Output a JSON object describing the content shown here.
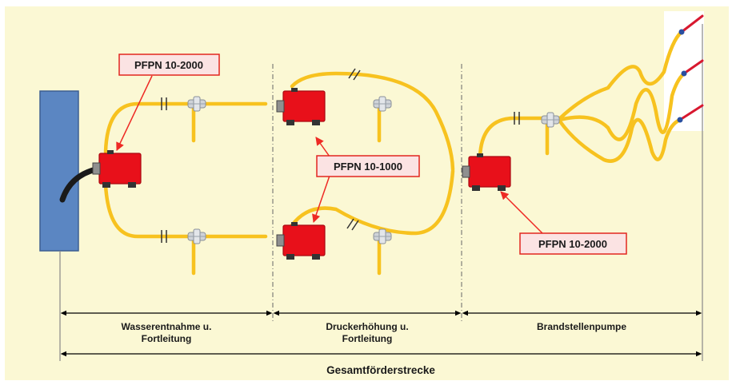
{
  "labels": {
    "pump_source": "PFPN 10-2000",
    "pump_booster": "PFPN 10-1000",
    "pump_fire": "PFPN 10-2000"
  },
  "sections": {
    "s1_line1": "Wasserentnahme u.",
    "s1_line2": "Fortleitung",
    "s2_line1": "Druckerhöhung u.",
    "s2_line2": "Fortleitung",
    "s3_line1": "Brandstellenpumpe",
    "total": "Gesamtförderstrecke"
  },
  "colors": {
    "background": "#fbf8d4",
    "hose": "#f7c21f",
    "pump": "#e8101a",
    "water": "#5b86c2",
    "label_fill": "#fbe3e3",
    "label_border": "#e2261f",
    "arrow": "#ee2a24",
    "nozzle": "#d8182f"
  }
}
